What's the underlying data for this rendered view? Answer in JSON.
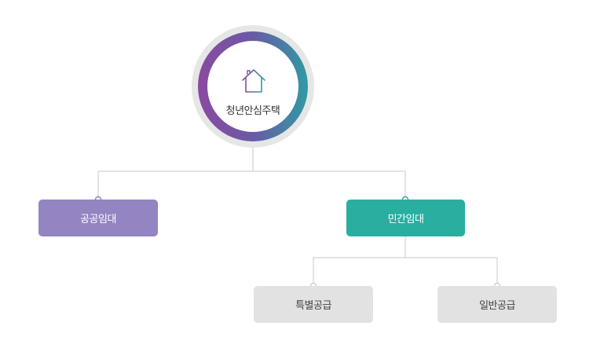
{
  "diagram": {
    "root": {
      "label": "청년안심주택",
      "icon": "house-icon"
    },
    "level1": [
      {
        "id": "public",
        "label": "공공임대",
        "color": "#9484c2"
      },
      {
        "id": "private",
        "label": "민간임대",
        "color": "#2aaea0"
      }
    ],
    "level2": [
      {
        "parent": "private",
        "label": "특별공급"
      },
      {
        "parent": "private",
        "label": "일반공급"
      }
    ],
    "colors": {
      "ring_start": "#8a4aa0",
      "ring_end": "#2f9aa3",
      "sub_box": "#e2e2e2",
      "connector": "#c8c8c8"
    }
  }
}
